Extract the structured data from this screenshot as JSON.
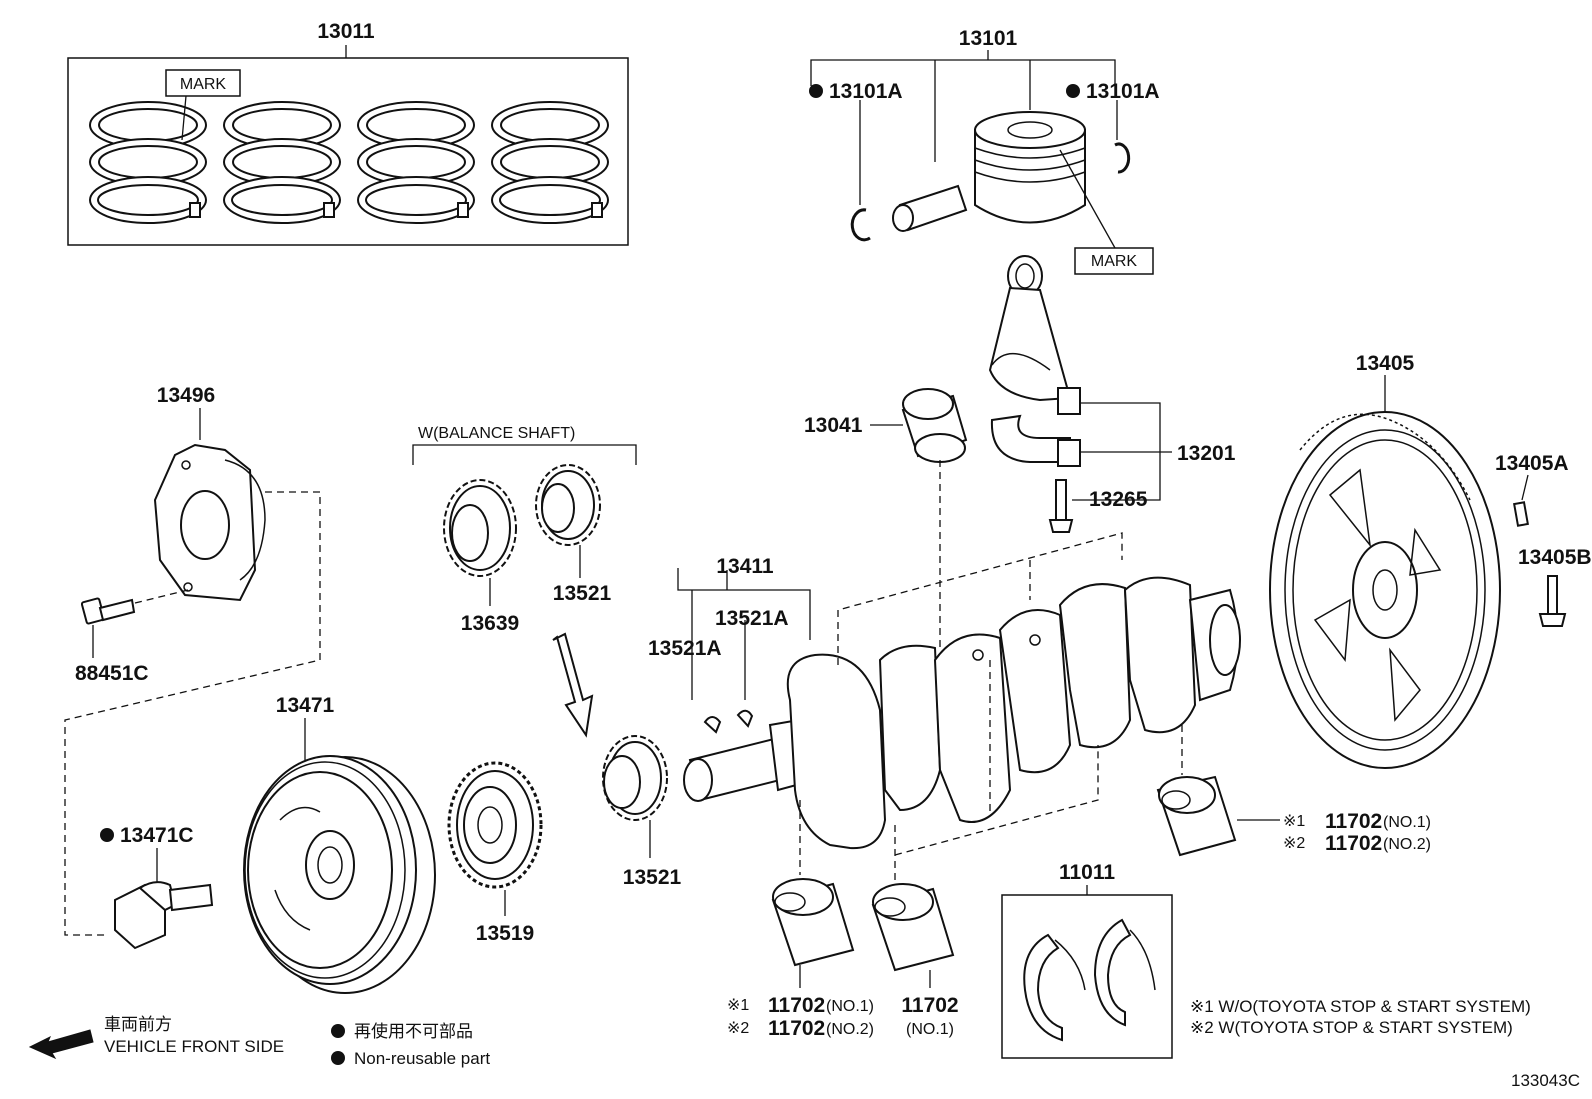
{
  "labels": {
    "p13011": "13011",
    "mark_rings": "MARK",
    "p13101": "13101",
    "p13101A_left": "13101A",
    "p13101A_right": "13101A",
    "mark_piston": "MARK",
    "p13496": "13496",
    "balance_shaft": "W(BALANCE SHAFT)",
    "p13041": "13041",
    "p13201": "13201",
    "p13265": "13265",
    "p13405": "13405",
    "p13405A": "13405A",
    "p13405B": "13405B",
    "p88451C": "88451C",
    "p13639": "13639",
    "p13521_top": "13521",
    "p13411": "13411",
    "p13521A_left": "13521A",
    "p13521A_right": "13521A",
    "p13471": "13471",
    "p13471C": "13471C",
    "p13519": "13519",
    "p13521_bottom": "13521",
    "p11011": "11011",
    "p11702_right_1": "11702",
    "p11702_right_1_note": "(NO.1)",
    "p11702_right_2": "11702",
    "p11702_right_2_note": "(NO.2)",
    "p11702_bl_1": "11702",
    "p11702_bl_1_note": "(NO.1)",
    "p11702_bl_2": "11702",
    "p11702_bl_2_note": "(NO.2)",
    "p11702_bm": "11702",
    "p11702_bm_note": "(NO.1)",
    "ref1": "※1",
    "ref2": "※2"
  },
  "legend": {
    "direction_jp": "車両前方",
    "direction_en": "VEHICLE FRONT SIDE",
    "nonreusable_jp": "再使用不可部品",
    "nonreusable_en": "Non-reusable part",
    "note1": "※1  W/O(TOYOTA STOP & START SYSTEM)",
    "note2": "※2  W(TOYOTA STOP & START SYSTEM)"
  },
  "diagram_id": "133043C",
  "colors": {
    "ink": "#111111",
    "paper": "#ffffff"
  }
}
